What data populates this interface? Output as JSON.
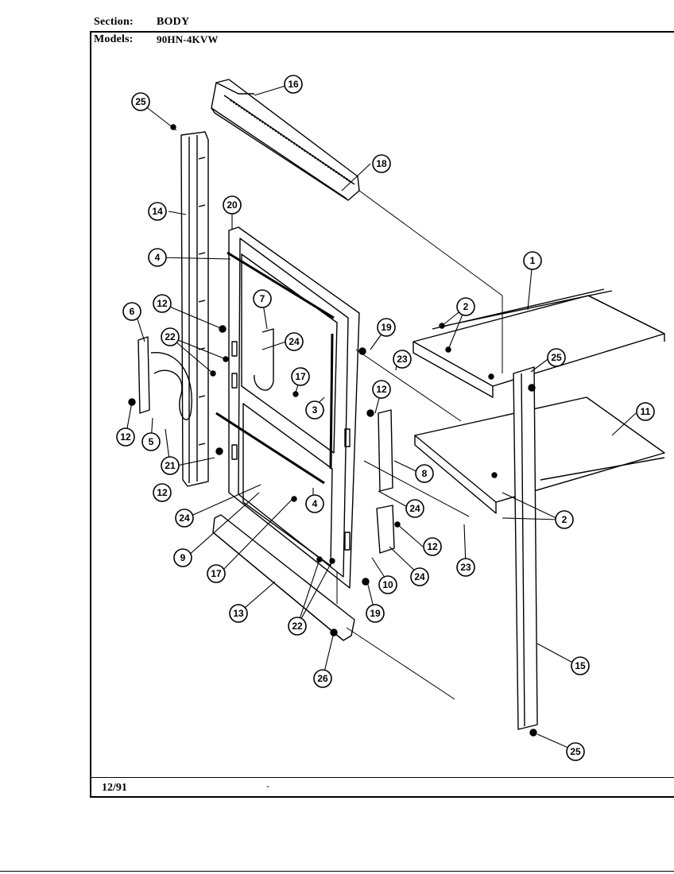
{
  "header": {
    "section_label": "Section:",
    "section_value": "BODY",
    "models_label": "Models:",
    "models_value": "90HN-4KVW"
  },
  "footer": {
    "date": "12/91",
    "mark": "-"
  },
  "callouts": [
    {
      "id": "c16",
      "label": "16"
    },
    {
      "id": "c25a",
      "label": "25"
    },
    {
      "id": "c18",
      "label": "18"
    },
    {
      "id": "c14",
      "label": "14"
    },
    {
      "id": "c20",
      "label": "20"
    },
    {
      "id": "c4a",
      "label": "4"
    },
    {
      "id": "c1",
      "label": "1"
    },
    {
      "id": "c6",
      "label": "6"
    },
    {
      "id": "c12a",
      "label": "12"
    },
    {
      "id": "c7",
      "label": "7"
    },
    {
      "id": "c2a",
      "label": "2"
    },
    {
      "id": "c22a",
      "label": "22"
    },
    {
      "id": "c24a",
      "label": "24"
    },
    {
      "id": "c19a",
      "label": "19"
    },
    {
      "id": "c25b",
      "label": "25"
    },
    {
      "id": "c23a",
      "label": "23"
    },
    {
      "id": "c17a",
      "label": "17"
    },
    {
      "id": "c3",
      "label": "3"
    },
    {
      "id": "c12b",
      "label": "12"
    },
    {
      "id": "c12c",
      "label": "12"
    },
    {
      "id": "c5",
      "label": "5"
    },
    {
      "id": "c21",
      "label": "21"
    },
    {
      "id": "c11",
      "label": "11"
    },
    {
      "id": "c8",
      "label": "8"
    },
    {
      "id": "c12d",
      "label": "12"
    },
    {
      "id": "c24b",
      "label": "24"
    },
    {
      "id": "c2b",
      "label": "2"
    },
    {
      "id": "c24c",
      "label": "24"
    },
    {
      "id": "c4b",
      "label": "4"
    },
    {
      "id": "c12e",
      "label": "12"
    },
    {
      "id": "c9",
      "label": "9"
    },
    {
      "id": "c17b",
      "label": "17"
    },
    {
      "id": "c23b",
      "label": "23"
    },
    {
      "id": "c24d",
      "label": "24"
    },
    {
      "id": "c10",
      "label": "10"
    },
    {
      "id": "c13",
      "label": "13"
    },
    {
      "id": "c19b",
      "label": "19"
    },
    {
      "id": "c22b",
      "label": "22"
    },
    {
      "id": "c15",
      "label": "15"
    },
    {
      "id": "c26",
      "label": "26"
    },
    {
      "id": "c25c",
      "label": "25"
    }
  ]
}
